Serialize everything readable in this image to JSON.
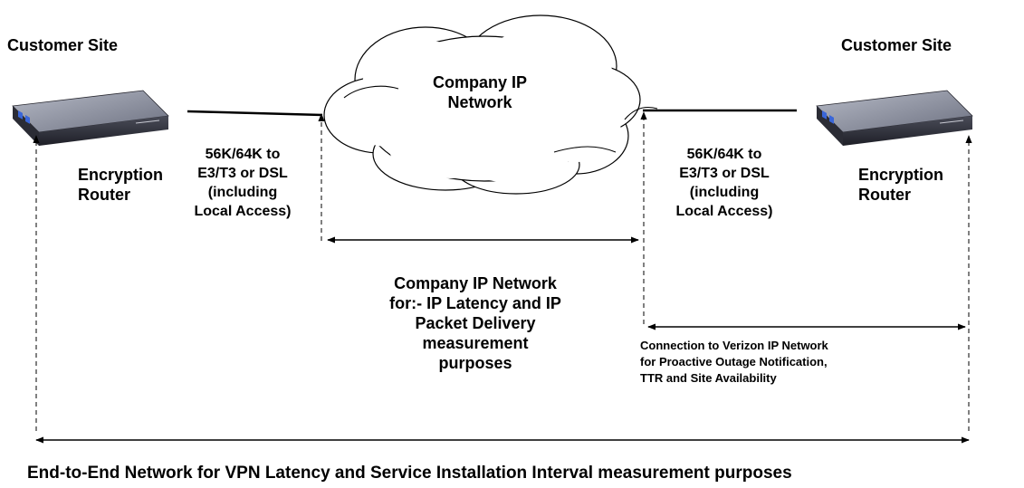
{
  "left_site": {
    "title": "Customer Site",
    "device_line1": "Encryption",
    "device_line2": "Router",
    "link_lines": [
      "56K/64K to",
      "E3/T3 or DSL",
      "(including",
      "Local Access)"
    ]
  },
  "right_site": {
    "title": "Customer Site",
    "device_line1": "Encryption",
    "device_line2": "Router",
    "link_lines": [
      "56K/64K to",
      "E3/T3 or DSL",
      "(including",
      "Local Access)"
    ]
  },
  "cloud": {
    "lines": [
      "Company IP",
      "Network"
    ]
  },
  "ip_network_measure": {
    "lines": [
      "Company IP Network",
      "for:- IP Latency and IP",
      "Packet Delivery",
      "measurement",
      "purposes"
    ]
  },
  "verizon_connection": {
    "lines": [
      "Connection to Verizon IP Network",
      "for Proactive Outage Notification,",
      "TTR and Site Availability"
    ]
  },
  "end_to_end": {
    "text": "End-to-End Network for VPN Latency and Service Installation Interval measurement purposes"
  },
  "colors": {
    "router_body": "#3a3a46",
    "router_top": "#8a8f9e",
    "router_led": "#3a66d8",
    "line": "#000000"
  }
}
